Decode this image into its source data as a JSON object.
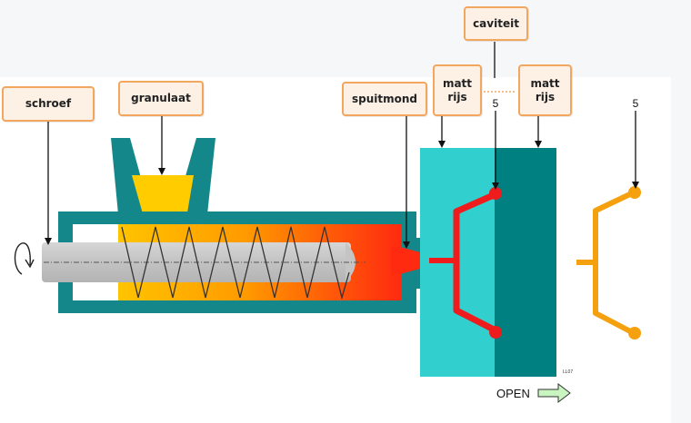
{
  "labels": {
    "schroef": "schroef",
    "granulaat": "granulaat",
    "spuitmond": "spuitmond",
    "caviteit": "caviteit",
    "matrijs_left": "matt\nrijs",
    "matrijs_right": "matt\nrijs",
    "part_number_left": "5",
    "part_number_right": "5",
    "open_label": "OPEN",
    "small_code": "LL07"
  },
  "colors": {
    "barrel": "#14878a",
    "screw": "#c4c4c4",
    "granulate": "#ffcc00",
    "melt_hot": "#ff2a10",
    "mold_fixed": "#32cfcf",
    "mold_moving": "#008080",
    "cavity_part": "#ee1c1c",
    "ejected_part": "#f5a00f",
    "label_bg": "#fdf1e6",
    "label_border": "#f2a65e"
  },
  "icons": [
    "rotation-arrow-icon",
    "open-arrow-icon"
  ]
}
